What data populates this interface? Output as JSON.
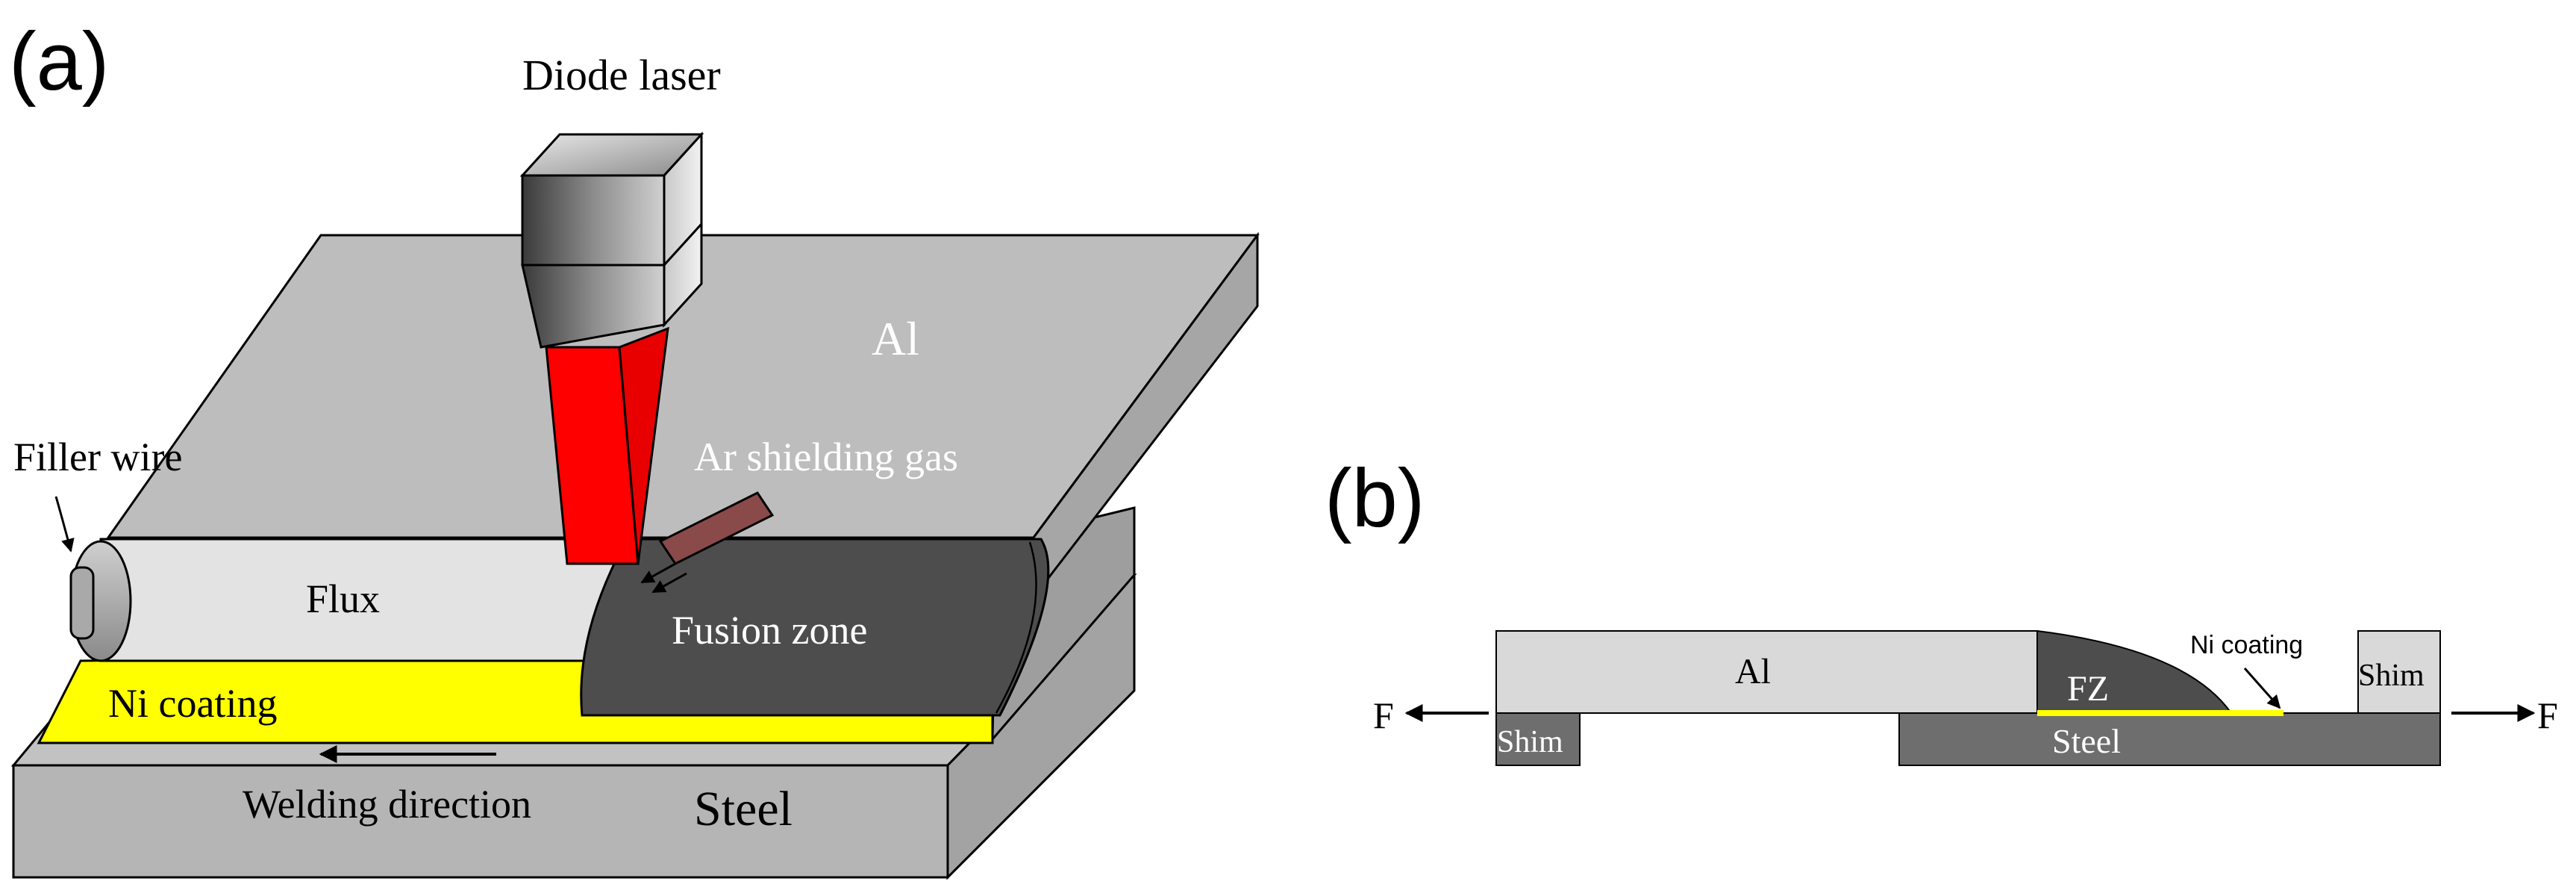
{
  "panel_a": {
    "panel_label": "(a)",
    "laser_label": "Diode laser",
    "al_label": "Al",
    "filler_label": "Filler wire",
    "shielding_label": "Ar shielding gas",
    "flux_label": "Flux",
    "fusion_label": "Fusion zone",
    "ni_label": "Ni coating",
    "direction_label": "Welding direction",
    "steel_label": "Steel"
  },
  "panel_b": {
    "panel_label": "(b)",
    "al_label": "Al",
    "fz_label": "FZ",
    "ni_label": "Ni coating",
    "shim_left_label": "Shim",
    "shim_right_label": "Shim",
    "steel_label": "Steel",
    "force_left_label": "F",
    "force_right_label": "F"
  },
  "colors": {
    "al_plate": "#bdbdbd",
    "steel_plate": "#b7b7b7",
    "flux": "#e3e3e3",
    "fusion_zone": "#4d4d4d",
    "ni_coating": "#ffff00",
    "laser_beam": "#ff0000",
    "gas_nozzle": "#8a4a4a",
    "steel_dark": "#6e6e6e"
  }
}
